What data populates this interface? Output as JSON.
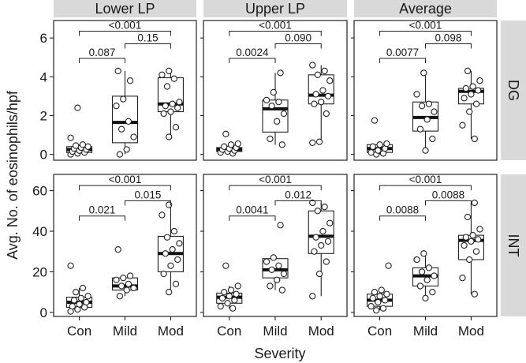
{
  "chart_data": {
    "type": "box",
    "xlabel": "Severity",
    "ylabel": "Avg. No. of eosinophils/hpf",
    "categories": [
      "Con",
      "Mild",
      "Mod"
    ],
    "columns": [
      "Lower LP",
      "Upper LP",
      "Average"
    ],
    "rows": [
      {
        "label": "DG",
        "ylim": [
          -0.3,
          6.9
        ],
        "yticks": [
          0,
          2,
          4,
          6
        ]
      },
      {
        "label": "INT",
        "ylim": [
          -2,
          68
        ],
        "yticks": [
          0,
          20,
          40,
          60
        ]
      }
    ],
    "panels": [
      {
        "row": 0,
        "col": 0,
        "boxes": [
          {
            "q1": 0.1,
            "median": 0.25,
            "q3": 0.4,
            "lo": 0.0,
            "hi": 0.5,
            "points": [
              0.0,
              0.05,
              0.1,
              0.15,
              0.2,
              0.25,
              0.3,
              0.35,
              0.4,
              0.45,
              0.5,
              0.85,
              2.4
            ]
          },
          {
            "q1": 0.6,
            "median": 1.65,
            "q3": 3.0,
            "lo": 0.0,
            "hi": 4.3,
            "points": [
              0.0,
              0.25,
              0.9,
              1.3,
              1.7,
              2.5,
              2.85,
              3.8,
              4.3
            ]
          },
          {
            "q1": 2.2,
            "median": 2.6,
            "q3": 3.95,
            "lo": 0.9,
            "hi": 4.3,
            "points": [
              0.9,
              1.4,
              2.1,
              2.2,
              2.4,
              2.5,
              2.6,
              2.7,
              3.5,
              3.9,
              4.1,
              4.3
            ]
          }
        ],
        "comparisons": [
          {
            "from": 0,
            "to": 1,
            "label": "0.087",
            "y": 4.95
          },
          {
            "from": 1,
            "to": 2,
            "label": "0.15",
            "y": 5.7
          },
          {
            "from": 0,
            "to": 2,
            "label": "<0.001",
            "y": 6.35
          }
        ]
      },
      {
        "row": 0,
        "col": 1,
        "boxes": [
          {
            "q1": 0.15,
            "median": 0.25,
            "q3": 0.35,
            "lo": 0.05,
            "hi": 0.55,
            "points": [
              0.05,
              0.1,
              0.15,
              0.2,
              0.25,
              0.3,
              0.35,
              0.4,
              0.5,
              0.55,
              1.05
            ]
          },
          {
            "q1": 1.15,
            "median": 2.35,
            "q3": 2.8,
            "lo": 0.5,
            "hi": 4.2,
            "points": [
              0.5,
              0.8,
              1.7,
              2.1,
              2.5,
              2.7,
              2.8,
              3.2,
              4.2
            ]
          },
          {
            "q1": 2.6,
            "median": 3.05,
            "q3": 4.1,
            "lo": 0.6,
            "hi": 4.6,
            "points": [
              0.6,
              0.65,
              2.1,
              2.6,
              2.7,
              3.0,
              3.1,
              3.3,
              3.8,
              4.1,
              4.3,
              4.6
            ]
          }
        ],
        "comparisons": [
          {
            "from": 0,
            "to": 1,
            "label": "0.0024",
            "y": 4.95
          },
          {
            "from": 1,
            "to": 2,
            "label": "0.090",
            "y": 5.7
          },
          {
            "from": 0,
            "to": 2,
            "label": "<0.001",
            "y": 6.35
          }
        ]
      },
      {
        "row": 0,
        "col": 2,
        "boxes": [
          {
            "q1": 0.1,
            "median": 0.3,
            "q3": 0.5,
            "lo": 0.0,
            "hi": 0.55,
            "points": [
              0.0,
              0.05,
              0.1,
              0.2,
              0.3,
              0.4,
              0.5,
              0.55,
              1.75
            ]
          },
          {
            "q1": 1.2,
            "median": 1.9,
            "q3": 2.7,
            "lo": 0.2,
            "hi": 4.2,
            "points": [
              0.2,
              0.8,
              1.3,
              1.8,
              2.2,
              2.5,
              2.6,
              3.1,
              4.2
            ]
          },
          {
            "q1": 2.6,
            "median": 3.25,
            "q3": 3.4,
            "lo": 0.8,
            "hi": 4.3,
            "points": [
              0.8,
              1.5,
              2.2,
              2.6,
              2.9,
              3.1,
              3.3,
              3.4,
              3.5,
              3.8,
              4.3
            ]
          }
        ],
        "comparisons": [
          {
            "from": 0,
            "to": 1,
            "label": "0.0077",
            "y": 4.95
          },
          {
            "from": 1,
            "to": 2,
            "label": "0.098",
            "y": 5.7
          },
          {
            "from": 0,
            "to": 2,
            "label": "<0.001",
            "y": 6.35
          }
        ]
      },
      {
        "row": 1,
        "col": 0,
        "boxes": [
          {
            "q1": 2.5,
            "median": 5.0,
            "q3": 7.5,
            "lo": 0.5,
            "hi": 12.0,
            "points": [
              0.5,
              1.5,
              2.5,
              3.0,
              4.0,
              5.0,
              6.0,
              7.0,
              8.0,
              10.0,
              12.0,
              23.0
            ]
          },
          {
            "q1": 11.0,
            "median": 13.0,
            "q3": 17.0,
            "lo": 8.0,
            "hi": 18.0,
            "points": [
              8.0,
              11.0,
              12.0,
              13.0,
              14.0,
              16.0,
              17.0,
              18.0,
              31.0
            ]
          },
          {
            "q1": 20.0,
            "median": 29.0,
            "q3": 37.5,
            "lo": 10.0,
            "hi": 53.0,
            "points": [
              10.0,
              14.0,
              19.0,
              23.0,
              26.0,
              29.0,
              31.0,
              34.0,
              37.0,
              40.0,
              48.0,
              53.0
            ]
          }
        ],
        "comparisons": [
          {
            "from": 0,
            "to": 1,
            "label": "0.021",
            "y": 47.5
          },
          {
            "from": 1,
            "to": 2,
            "label": "0.015",
            "y": 55.0
          },
          {
            "from": 0,
            "to": 2,
            "label": "<0.001",
            "y": 62.5
          }
        ]
      },
      {
        "row": 1,
        "col": 1,
        "boxes": [
          {
            "q1": 4.5,
            "median": 7.5,
            "q3": 9.5,
            "lo": 2.0,
            "hi": 13.0,
            "points": [
              2.0,
              3.0,
              4.5,
              6.0,
              7.0,
              8.0,
              9.0,
              10.0,
              11.0,
              13.0,
              23.0
            ]
          },
          {
            "q1": 17.0,
            "median": 21.0,
            "q3": 26.5,
            "lo": 11.0,
            "hi": 27.0,
            "points": [
              11.0,
              13.0,
              16.0,
              19.0,
              21.0,
              23.0,
              25.0,
              27.0,
              43.0
            ]
          },
          {
            "q1": 29.0,
            "median": 37.5,
            "q3": 50.0,
            "lo": 8.0,
            "hi": 54.0,
            "points": [
              8.0,
              19.0,
              25.0,
              30.0,
              33.0,
              35.0,
              37.0,
              40.0,
              44.0,
              50.0,
              52.0,
              54.0
            ]
          }
        ],
        "comparisons": [
          {
            "from": 0,
            "to": 1,
            "label": "0.0041",
            "y": 47.5
          },
          {
            "from": 1,
            "to": 2,
            "label": "0.012",
            "y": 55.0
          },
          {
            "from": 0,
            "to": 2,
            "label": "<0.001",
            "y": 62.5
          }
        ]
      },
      {
        "row": 1,
        "col": 2,
        "boxes": [
          {
            "q1": 3.0,
            "median": 6.0,
            "q3": 9.0,
            "lo": 1.0,
            "hi": 11.0,
            "points": [
              1.0,
              2.0,
              3.0,
              5.0,
              6.0,
              7.0,
              8.0,
              9.0,
              10.0,
              11.0,
              23.0
            ]
          },
          {
            "q1": 13.0,
            "median": 18.0,
            "q3": 22.0,
            "lo": 7.0,
            "hi": 29.0,
            "points": [
              7.0,
              10.0,
              13.0,
              16.0,
              18.0,
              20.0,
              22.0,
              26.0,
              29.0
            ]
          },
          {
            "q1": 26.0,
            "median": 35.5,
            "q3": 38.0,
            "lo": 9.0,
            "hi": 54.0,
            "points": [
              9.0,
              17.0,
              26.0,
              30.0,
              33.0,
              35.0,
              36.0,
              37.0,
              38.0,
              41.0,
              47.0,
              54.0
            ]
          }
        ],
        "comparisons": [
          {
            "from": 0,
            "to": 1,
            "label": "0.0088",
            "y": 47.5
          },
          {
            "from": 1,
            "to": 2,
            "label": "0.0088",
            "y": 55.0
          },
          {
            "from": 0,
            "to": 2,
            "label": "<0.001",
            "y": 62.5
          }
        ]
      }
    ]
  }
}
